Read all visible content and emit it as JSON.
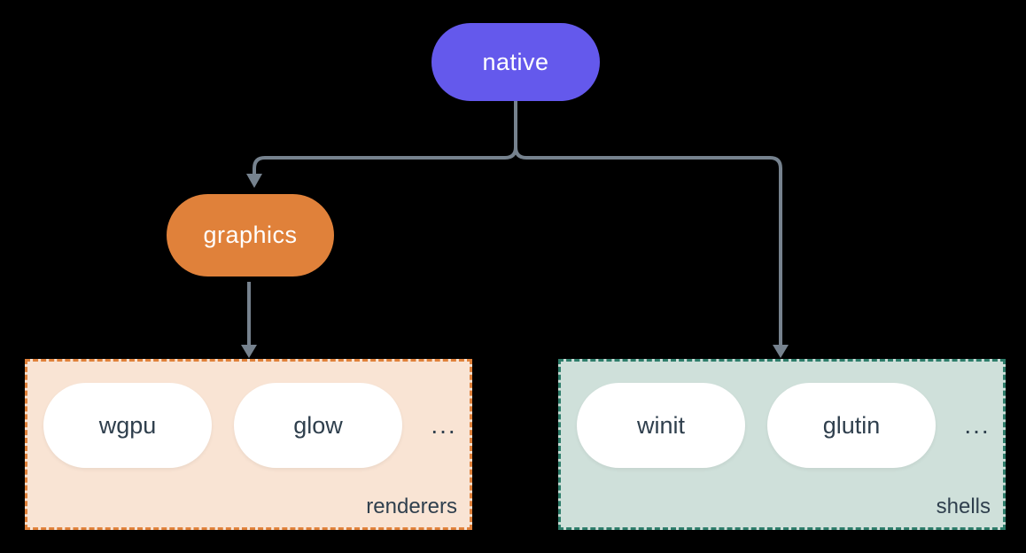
{
  "diagram": {
    "nodes": {
      "native": {
        "label": "native",
        "bg": "#6459EC",
        "text_color": "#FFFFFF"
      },
      "graphics": {
        "label": "graphics",
        "bg": "#E0813A",
        "text_color": "#FFFFFF"
      }
    },
    "groups": {
      "renderers": {
        "label": "renderers",
        "bg": "#F9E4D4",
        "border_color": "#E0813A",
        "items": [
          "wgpu",
          "glow"
        ],
        "ellipsis": "..."
      },
      "shells": {
        "label": "shells",
        "bg": "#CFE0DA",
        "border_color": "#2E7D6B",
        "items": [
          "winit",
          "glutin"
        ],
        "ellipsis": "..."
      }
    },
    "edges": [
      {
        "from": "native",
        "to": "graphics"
      },
      {
        "from": "native",
        "to": "shells"
      },
      {
        "from": "graphics",
        "to": "renderers"
      }
    ],
    "colors": {
      "background": "#000000",
      "connector": "#76828E",
      "item_text": "#2F3F4D",
      "item_bg": "#FFFFFF"
    }
  }
}
